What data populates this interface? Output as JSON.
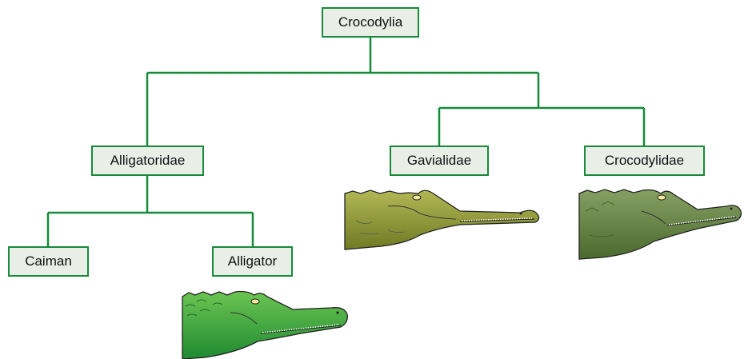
{
  "diagram": {
    "nodes": {
      "crocodylia": "Crocodylia",
      "alligatoridae": "Alligatoridae",
      "gavialidae": "Gavialidae",
      "crocodylidae": "Crocodylidae",
      "caiman": "Caiman",
      "alligator": "Alligator"
    },
    "edges": [
      [
        "crocodylia",
        "alligatoridae"
      ],
      [
        "crocodylia",
        "gavialidae"
      ],
      [
        "crocodylia",
        "crocodylidae"
      ],
      [
        "alligatoridae",
        "caiman"
      ],
      [
        "alligatoridae",
        "alligator"
      ]
    ],
    "illustrations": [
      "gharial-head",
      "crocodile-head",
      "alligator-head"
    ]
  },
  "colors": {
    "line": "#168a3a",
    "node_fill": "#e9eee7",
    "gharial": "#8f9a3c",
    "crocodile": "#6f8a4a",
    "alligator": "#2f9a3c"
  }
}
